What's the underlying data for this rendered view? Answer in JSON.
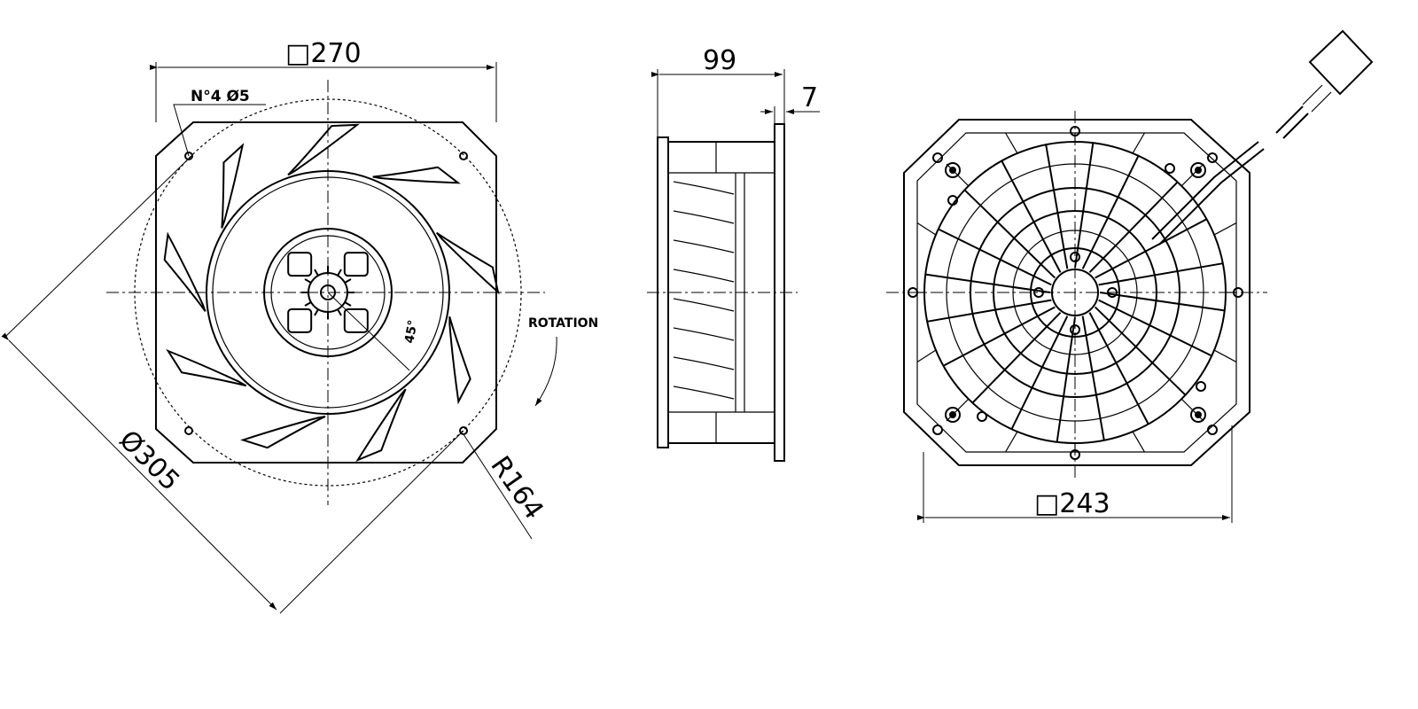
{
  "front_view": {
    "width_label": "□270",
    "holes_label": "N°4  Ø5",
    "diameter_label": "Ø305",
    "radius_label": "R164",
    "angle_label": "45°",
    "rotation_label": "ROTATION"
  },
  "side_view": {
    "depth_label": "99",
    "flange_label": "7"
  },
  "back_view": {
    "width_label": "□243"
  }
}
